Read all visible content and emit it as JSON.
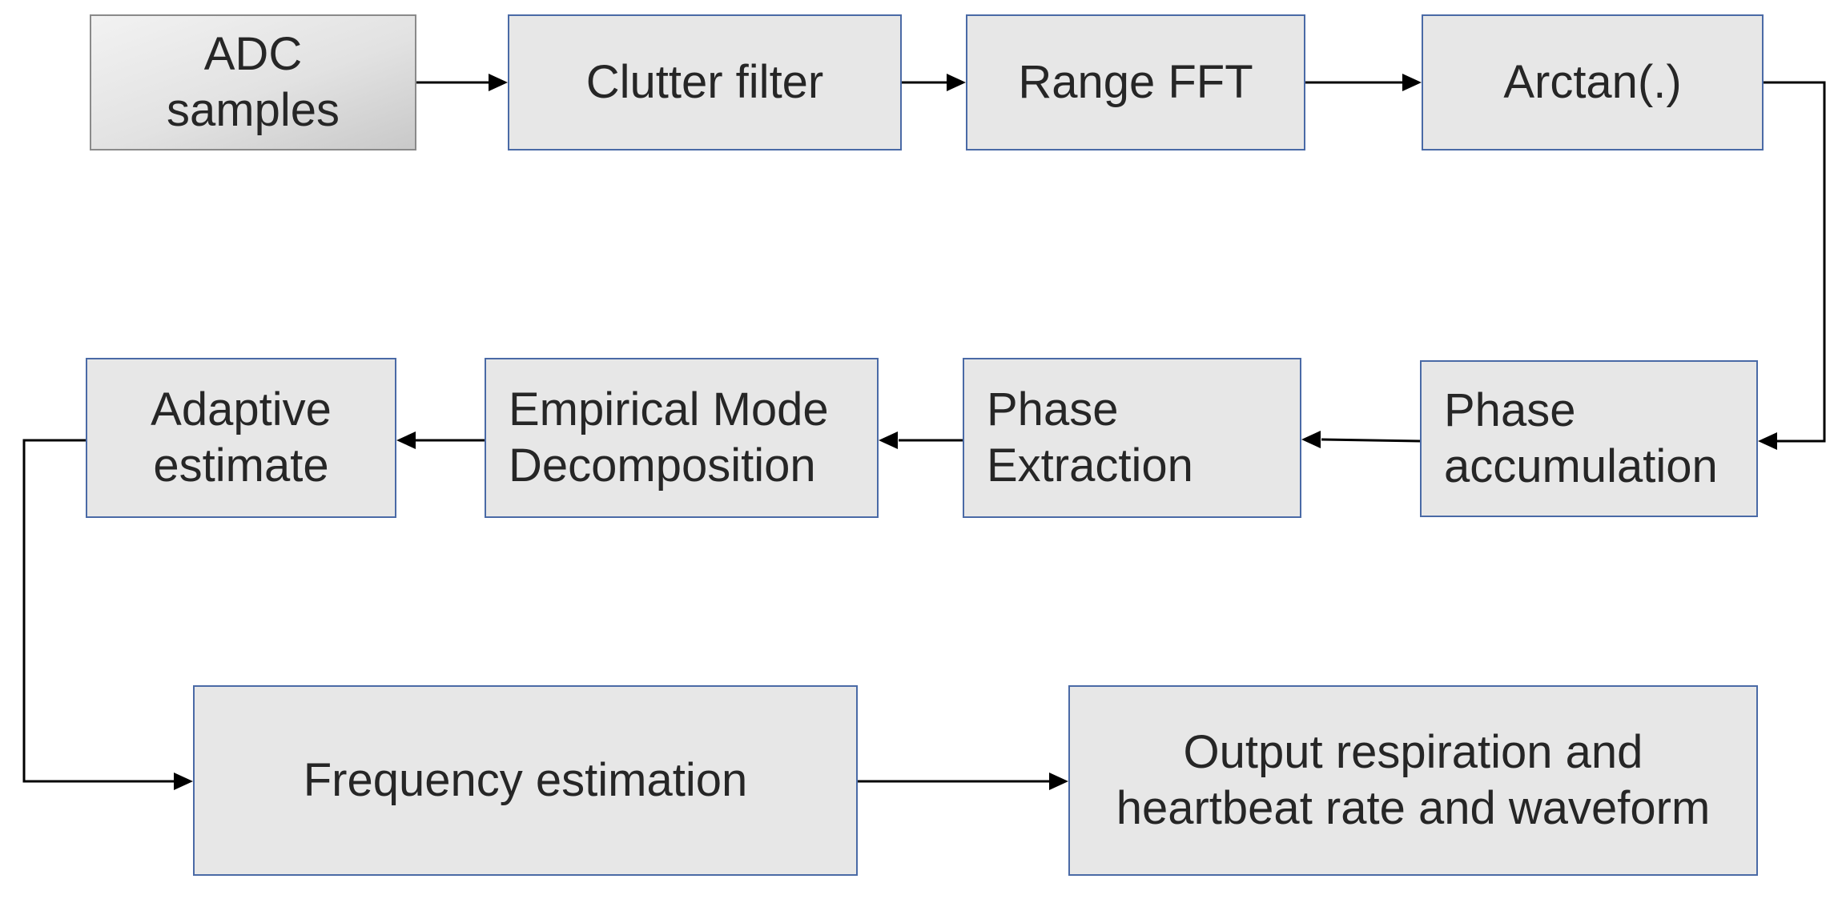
{
  "diagram": {
    "nodes": {
      "adc_samples": "ADC\nsamples",
      "clutter_filter": "Clutter filter",
      "range_fft": "Range FFT",
      "arctan": "Arctan(.)",
      "phase_accumulation": "Phase\naccumulation",
      "phase_extraction": "Phase\nExtraction",
      "emd": "Empirical Mode\nDecomposition",
      "adaptive_estimate": "Adaptive\nestimate",
      "frequency_estimation": "Frequency estimation",
      "output": "Output respiration and\nheartbeat rate and waveform"
    },
    "edges": [
      {
        "from": "adc_samples",
        "to": "clutter_filter"
      },
      {
        "from": "clutter_filter",
        "to": "range_fft"
      },
      {
        "from": "range_fft",
        "to": "arctan"
      },
      {
        "from": "arctan",
        "to": "phase_accumulation"
      },
      {
        "from": "phase_accumulation",
        "to": "phase_extraction"
      },
      {
        "from": "phase_extraction",
        "to": "emd"
      },
      {
        "from": "emd",
        "to": "adaptive_estimate"
      },
      {
        "from": "adaptive_estimate",
        "to": "frequency_estimation"
      },
      {
        "from": "frequency_estimation",
        "to": "output"
      }
    ],
    "colors": {
      "box_fill": "#e7e7e7",
      "box_border": "#4a6aa6",
      "input_fill": "#d9d9d9",
      "input_border": "#8a8a8a",
      "arrow": "#000000",
      "text": "#262626"
    }
  }
}
